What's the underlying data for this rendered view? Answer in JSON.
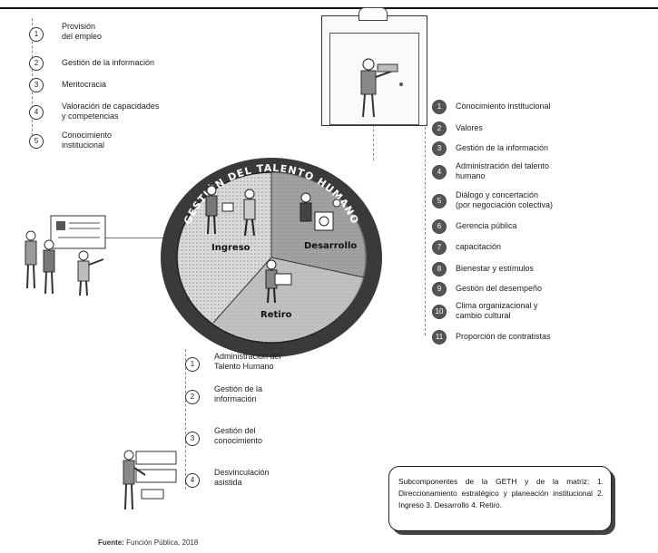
{
  "top_list": [
    {
      "n": "1",
      "text": "Provisión\ndel empleo"
    },
    {
      "n": "2",
      "text": "Gestión de la información"
    },
    {
      "n": "3",
      "text": "Meritocracia"
    },
    {
      "n": "4",
      "text": "Valoración de capacidades\ny competencias"
    },
    {
      "n": "5",
      "text": "Conocimiento\ninstitucional"
    }
  ],
  "right_list": [
    {
      "n": "1",
      "text": "Conocimiento institucional"
    },
    {
      "n": "2",
      "text": "Valores"
    },
    {
      "n": "3",
      "text": "Gestión de la información"
    },
    {
      "n": "4",
      "text": "Administración del talento\nhumano"
    },
    {
      "n": "5",
      "text": "Diálogo y concertación\n(por negociación colectiva)"
    },
    {
      "n": "6",
      "text": "Gerencia pública"
    },
    {
      "n": "7",
      "text": "capacitación"
    },
    {
      "n": "8",
      "text": "Bienestar y estímulos"
    },
    {
      "n": "9",
      "text": "Gestión del desempeño"
    },
    {
      "n": "10",
      "text": "Clima organizacional y\ncambio cultural"
    },
    {
      "n": "11",
      "text": "Proporción de contratistas"
    }
  ],
  "bottom_list": [
    {
      "n": "1",
      "text": "Administración del\nTalento Humano"
    },
    {
      "n": "2",
      "text": "Gestión de la\ninformación"
    },
    {
      "n": "3",
      "text": "Gestión del\nconocimiento"
    },
    {
      "n": "4",
      "text": "Desvinculación\nasistida"
    }
  ],
  "wheel": {
    "arc_title": "GESTIÓN DEL TALENTO HUMANO",
    "ingreso": "Ingreso",
    "desarrollo": "Desarrollo",
    "retiro": "Retiro"
  },
  "callout": "Subcomponentes de la GETH y de la matriz: 1. Direccionamiento estratégico y planeación institucional 2. Ingreso 3. Desarrollo 4. Retiro.",
  "source": {
    "label": "Fuente:",
    "text": "Función Pública, 2018"
  }
}
